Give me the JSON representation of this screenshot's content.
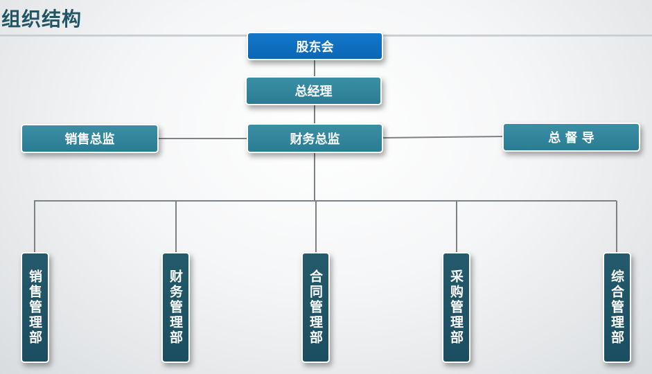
{
  "page": {
    "title": "组织结构"
  },
  "nodes": {
    "shareholders": "股东会",
    "general_manager": "总经理",
    "finance_director": "财务总监",
    "sales_director": "销售总监",
    "supervisor": "总 督 导"
  },
  "departments": [
    "销售管理部",
    "财务管理部",
    "合同管理部",
    "采购管理部",
    "综合管理部"
  ],
  "colors": {
    "title": "#205566",
    "top_box": "#0b6bbb",
    "mid_box": "#2e8199",
    "dept_box": "#1f5566",
    "connector": "#7d8184"
  }
}
